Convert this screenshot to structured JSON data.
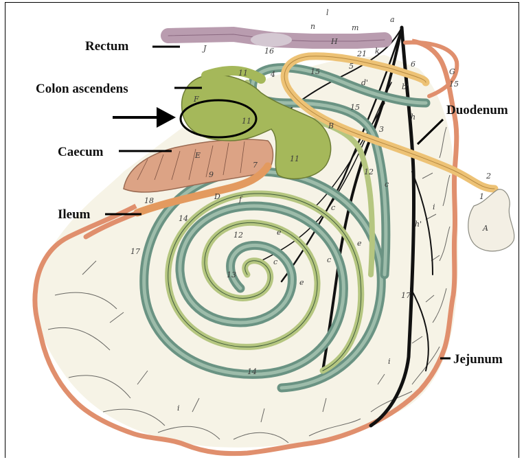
{
  "labels": {
    "rectum": "Rectum",
    "colon_ascendens": "Colon ascendens",
    "caecum": "Caecum",
    "ileum": "Ileum",
    "duodenum": "Duodenum",
    "jejunum": "Jejunum"
  },
  "figure_marks": [
    "a",
    "l",
    "n",
    "m",
    "H",
    "21",
    "k",
    "16",
    "J",
    "5",
    "6",
    "G",
    "15",
    "4",
    "15",
    "11",
    "F",
    "d'",
    "b'",
    "15",
    "h",
    "B",
    "3",
    "11",
    "E",
    "11",
    "7",
    "9",
    "18",
    "D",
    "f",
    "12",
    "c",
    "e",
    "c",
    "c",
    "2",
    "1",
    "A",
    "h'",
    "i",
    "14",
    "12",
    "13",
    "e",
    "17",
    "17",
    "14",
    "i",
    "i"
  ],
  "colors": {
    "jejunum_border": "#e59a7a",
    "jejunum_fill": "#f4f1e2",
    "spiral_green_dark": "#6f9a86",
    "spiral_green_light": "#b6c77a",
    "caecum_green": "#a9bb5c",
    "caecum_pink": "#dca385",
    "duodenum_yellow": "#edc275",
    "rectum_purple": "#b79aae",
    "vessels": "#1a1a1a"
  }
}
